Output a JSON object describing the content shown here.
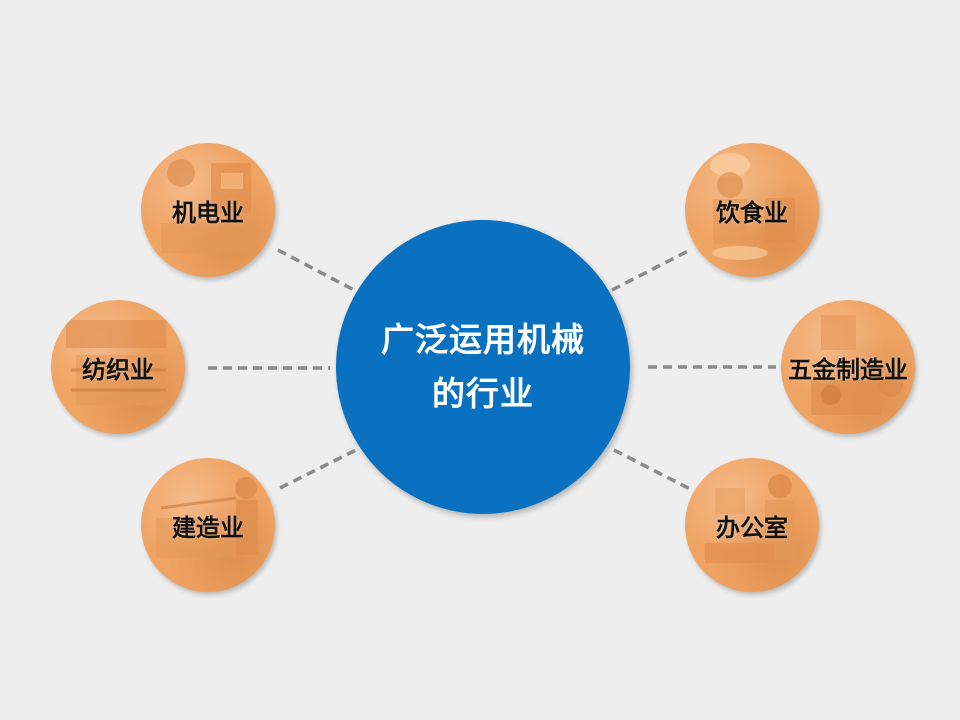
{
  "hub": {
    "line1": "广泛运用机械",
    "line2": "的行业"
  },
  "nodes": {
    "electromechanical": "机电业",
    "textile": "纺织业",
    "construction": "建造业",
    "food": "饮食业",
    "hardware": "五金制造业",
    "office": "办公室"
  },
  "colors": {
    "hub": "#0a70c0",
    "node": "#f0a464",
    "connector": "#8a8a8a",
    "background": "#eeeeee"
  }
}
